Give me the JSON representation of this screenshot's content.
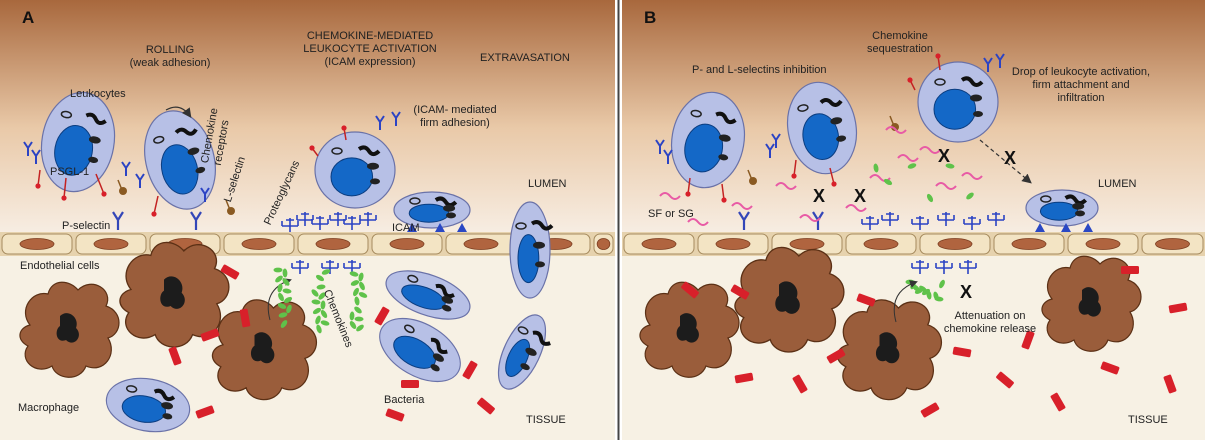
{
  "panel_a": {
    "letter": "A",
    "rolling": [
      "ROLLING",
      "(weak adhesion)"
    ],
    "activation": [
      "CHEMOKINE-MEDIATED",
      "LEUKOCYTE ACTIVATION",
      "(ICAM expression)"
    ],
    "extravasation": "EXTRAVASATION",
    "icam_adhesion": [
      "(ICAM- mediated",
      "firm adhesion)"
    ],
    "leukocytes": "Leukocytes",
    "chemokine_receptors": [
      "Chemokine",
      "receptors"
    ],
    "l_selectin": "L-selectin",
    "proteoglycans": "Proteoglycans",
    "psgl1": "PSGL-1",
    "p_selectin": "P-selectin",
    "icam": "ICAM",
    "lumen": "LUMEN",
    "endothelial_cells": "Endothelial cells",
    "chemokines": "Chemokines",
    "macrophage": "Macrophage",
    "bacteria": "Bacteria",
    "tissue": "TISSUE"
  },
  "panel_b": {
    "letter": "B",
    "selectin_inhibition": "P- and L-selectins inhibition",
    "chemokine_sequestration": [
      "Chemokine",
      "sequestration"
    ],
    "drop_activation": [
      "Drop of leukocyte activation,",
      "firm attachment  and",
      "infiltration"
    ],
    "sf_sg": "SF or SG",
    "lumen": "LUMEN",
    "attenuation": [
      "Attenuation on",
      "chemokine release"
    ],
    "tissue": "TISSUE",
    "x_mark": "X"
  },
  "colors": {
    "lumen_top": "#a8683d",
    "lumen_bottom": "#f7ede2",
    "tissue": "#f7f1e4",
    "endothelial_cell": "#f3e4c4",
    "endothelial_nucleus": "#b0643f",
    "leukocyte_body": "#b7c0e6",
    "leukocyte_nucleus": "#1468c7",
    "macrophage": "#9a5d3b",
    "bacteria": "#d8202a",
    "chemokine": "#5fc24a",
    "proteoglycan": "#2b43c4",
    "sf_sg": "#e85aa5"
  }
}
